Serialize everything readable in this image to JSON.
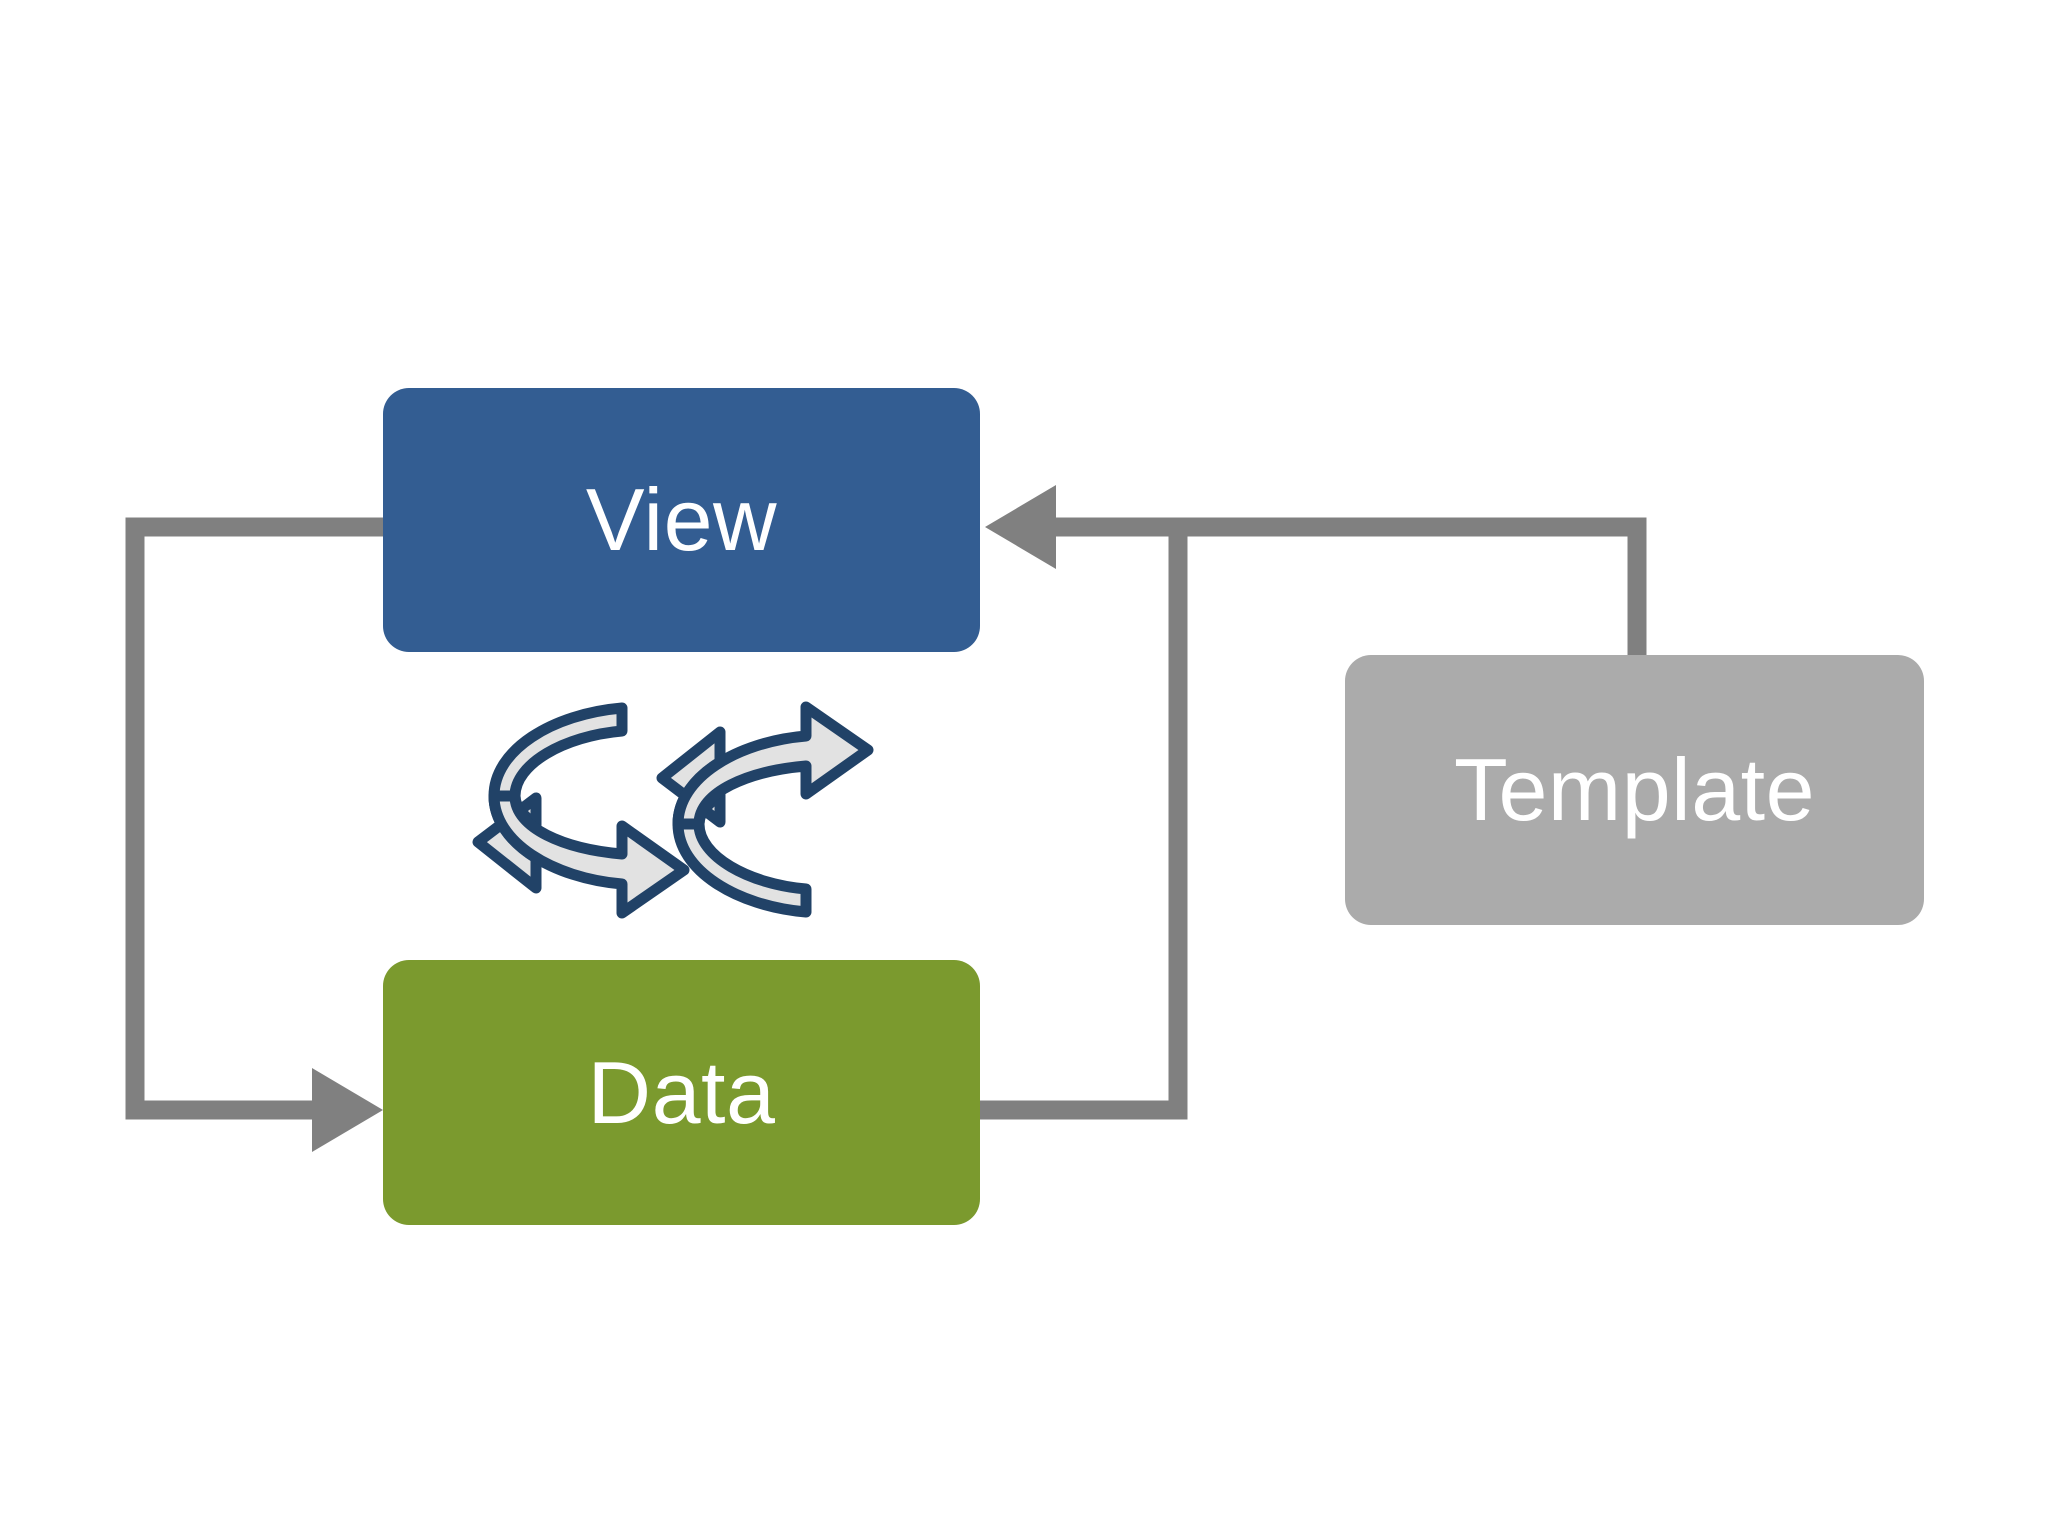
{
  "diagram": {
    "title": "View / Data / Template binding diagram",
    "background_color": "#FFFFFF",
    "nodes": [
      {
        "id": "view",
        "label": "View",
        "fill_color": "#335D92",
        "text_color": "#FFFFFF",
        "shape": "rounded-rectangle"
      },
      {
        "id": "data",
        "label": "Data",
        "fill_color": "#7B9A2E",
        "text_color": "#FFFFFF",
        "shape": "rounded-rectangle"
      },
      {
        "id": "template",
        "label": "Template",
        "fill_color": "#ABABAB",
        "text_color": "#FFFFFF",
        "shape": "rounded-rectangle"
      }
    ],
    "center_icon": {
      "name": "two-way-sync-arrows-icon",
      "stroke_color": "#214267",
      "fill_color": "#E2E2E2",
      "description": "Pair of 3D circular arrows indicating two-way binding between View and Data"
    },
    "connectors": [
      {
        "id": "view-to-data",
        "from": "view",
        "to": "data",
        "arrowhead": "end",
        "color": "#808080",
        "routing": "left-elbow"
      },
      {
        "id": "data-to-view",
        "from": "data",
        "to": "view",
        "arrowhead": "end",
        "color": "#808080",
        "routing": "right-elbow"
      },
      {
        "id": "template-to-view",
        "from": "template",
        "to": "view",
        "arrowhead": "end",
        "color": "#808080",
        "routing": "up-then-left"
      }
    ]
  }
}
